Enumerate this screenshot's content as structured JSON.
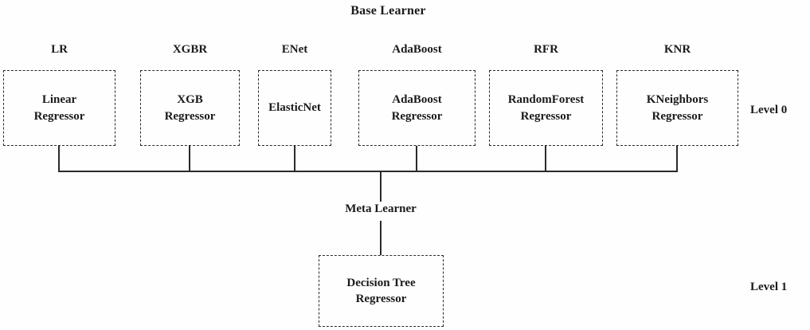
{
  "title": "Base Learner",
  "meta_learner_heading": "Meta Learner",
  "levels": {
    "level0": "Level 0",
    "level1": "Level 1"
  },
  "base_learners": [
    {
      "abbr": "LR",
      "name": "Linear\nRegressor"
    },
    {
      "abbr": "XGBR",
      "name": "XGB\nRegressor"
    },
    {
      "abbr": "ENet",
      "name": "ElasticNet"
    },
    {
      "abbr": "AdaBoost",
      "name": "AdaBoost\nRegressor"
    },
    {
      "abbr": "RFR",
      "name": "RandomForest\nRegressor"
    },
    {
      "abbr": "KNR",
      "name": "KNeighbors\nRegressor"
    }
  ],
  "meta_learner": {
    "name": "Decision Tree\nRegressor"
  }
}
